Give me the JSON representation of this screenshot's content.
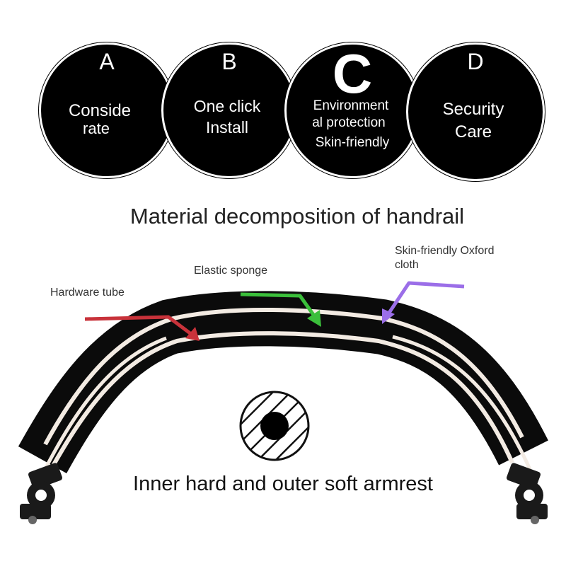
{
  "features": [
    {
      "letter": "A",
      "lines": [
        "Conside",
        "rate"
      ]
    },
    {
      "letter": "B",
      "lines": [
        "One click",
        "Install"
      ]
    },
    {
      "letter": "C",
      "lines": [
        "Environment",
        "al protection",
        "Skin-friendly"
      ]
    },
    {
      "letter": "D",
      "lines": [
        "Security",
        "Care"
      ]
    }
  ],
  "heading": "Material decomposition of handrail",
  "labels": {
    "hardware_tube": "Hardware tube",
    "elastic_sponge": "Elastic sponge",
    "oxford_line1": "Skin-friendly Oxford",
    "oxford_line2": "cloth"
  },
  "caption": "Inner hard and outer soft armrest",
  "colors": {
    "hardware_arrow": "#c8323a",
    "sponge_arrow": "#3bbf3b",
    "oxford_arrow": "#9b6ee8",
    "bar_stripe": "#f3ebe3"
  },
  "icons": [
    "cross-section-icon",
    "clamp-left-icon",
    "clamp-right-icon"
  ]
}
